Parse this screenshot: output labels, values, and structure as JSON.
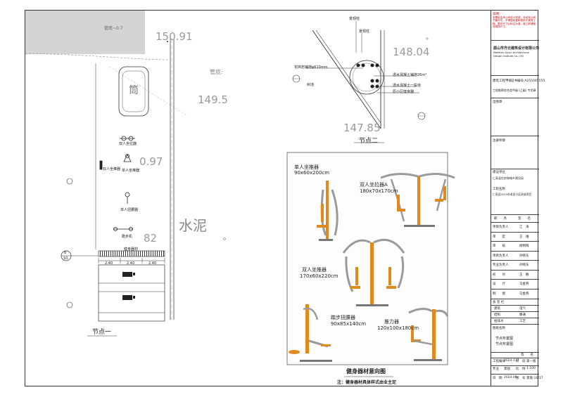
{
  "node1": {
    "pipe_label": "管底~0.7",
    "elev_1": "150.91",
    "pipe_label_2": "管底:",
    "elev_2": "149.5",
    "pit_label": "筒",
    "elev_3": "0.97",
    "elev_4": "82",
    "material_label": "水泥",
    "small_1": "双人坐拉器",
    "small_2": "单人坐推器",
    "small_3": "双人坐推器",
    "small_4": "单人扭腰器",
    "small_5": "蹬步机",
    "small_6": "健身器材",
    "node_marker_top": "8",
    "node_marker_bottom": "10",
    "dim_1": "2.40",
    "dim_2": "2.40",
    "dim_3": "2.40",
    "caption": "节点一"
  },
  "node2": {
    "top_label_1": "景观柱",
    "top_label_2": "景观柱",
    "elev_1": "148.04",
    "elev_2": "147.85",
    "note_1": "花岗岩铺地φ610mm",
    "note_2": "透水混凝土铺地26m²",
    "note_3": "透水混凝土一般道",
    "note_4": "原小区健身器",
    "note_5": "树池",
    "caption": "节点二"
  },
  "equipment": {
    "item_1_name": "单人坐推器",
    "item_1_size": "90x60x200cm",
    "item_2_name": "双人坐拉器A",
    "item_2_size": "180x70x170cm",
    "item_3_name": "双人坐推器",
    "item_3_size": "170x60x220cm",
    "item_4_name": "踏步扭腰器",
    "item_4_size": "90x85x140cm",
    "item_5_name": "推力器",
    "item_5_size": "120x100x180cm",
    "caption": "健身器材意向图",
    "note": "注：健身器材具体样式由业主定"
  },
  "title_block": {
    "note_header": "说明：",
    "note_body": "本图纸由本公司设计完成，未经本公司书面许可，不得擅自复制或用于其他工程。图中尺寸以标注为准，施工前请核对现场尺寸。",
    "company_cn": "眉山市齐云建筑设计有限公司",
    "company_en": "Meishan Qiyun Architectural Design Institute Co.,LTD",
    "cert_1": "建筑工程甲级",
    "cert_2": "证书编号:A251045555",
    "cert_3": "工程勘察综合类甲级 (乙级) 专用章",
    "stamp_1": "出图章",
    "stamp_2": "注册师章",
    "owner_label": "建设单位",
    "owner_value": "仁寿县住房和城乡建设局",
    "project_label": "工程名称",
    "project_value": "仁寿县2023年老旧小区改造项目",
    "role_col": "职　　务",
    "sign_col": "签　　名",
    "roles": [
      "项目负责人",
      "审　　定",
      "审　　核",
      "项目负责人",
      "专业负责人",
      "校　　对",
      "设　　计",
      "制　　图"
    ],
    "names": [
      "江　涛",
      "王　维",
      "杨明辉",
      "孙晓东",
      "孙晓东",
      "王　敏",
      "马金燕",
      "马金燕"
    ],
    "reg_label": "会 签 栏",
    "reg_rows": [
      [
        "建筑",
        "电气"
      ],
      [
        "结构",
        "暖通"
      ],
      [
        "给排水",
        "工艺"
      ]
    ],
    "drawing_label": "图纸名称",
    "drawing_1": "节点布置图",
    "drawing_2": "节点布置图",
    "sign_bottom": "签　　名",
    "no_label": "工程编号",
    "no_value": "2024-117",
    "phase_label": "阶　段",
    "phase_value": "施工图",
    "sheet_label": "专业",
    "sheet_value": "景观",
    "scale_label": "比　例",
    "scale_value": "1:100",
    "date_label": "日　期",
    "date_value": "2024.06",
    "num_label": "图　号",
    "num_value": "景施-16/17",
    "version": "第一版"
  }
}
